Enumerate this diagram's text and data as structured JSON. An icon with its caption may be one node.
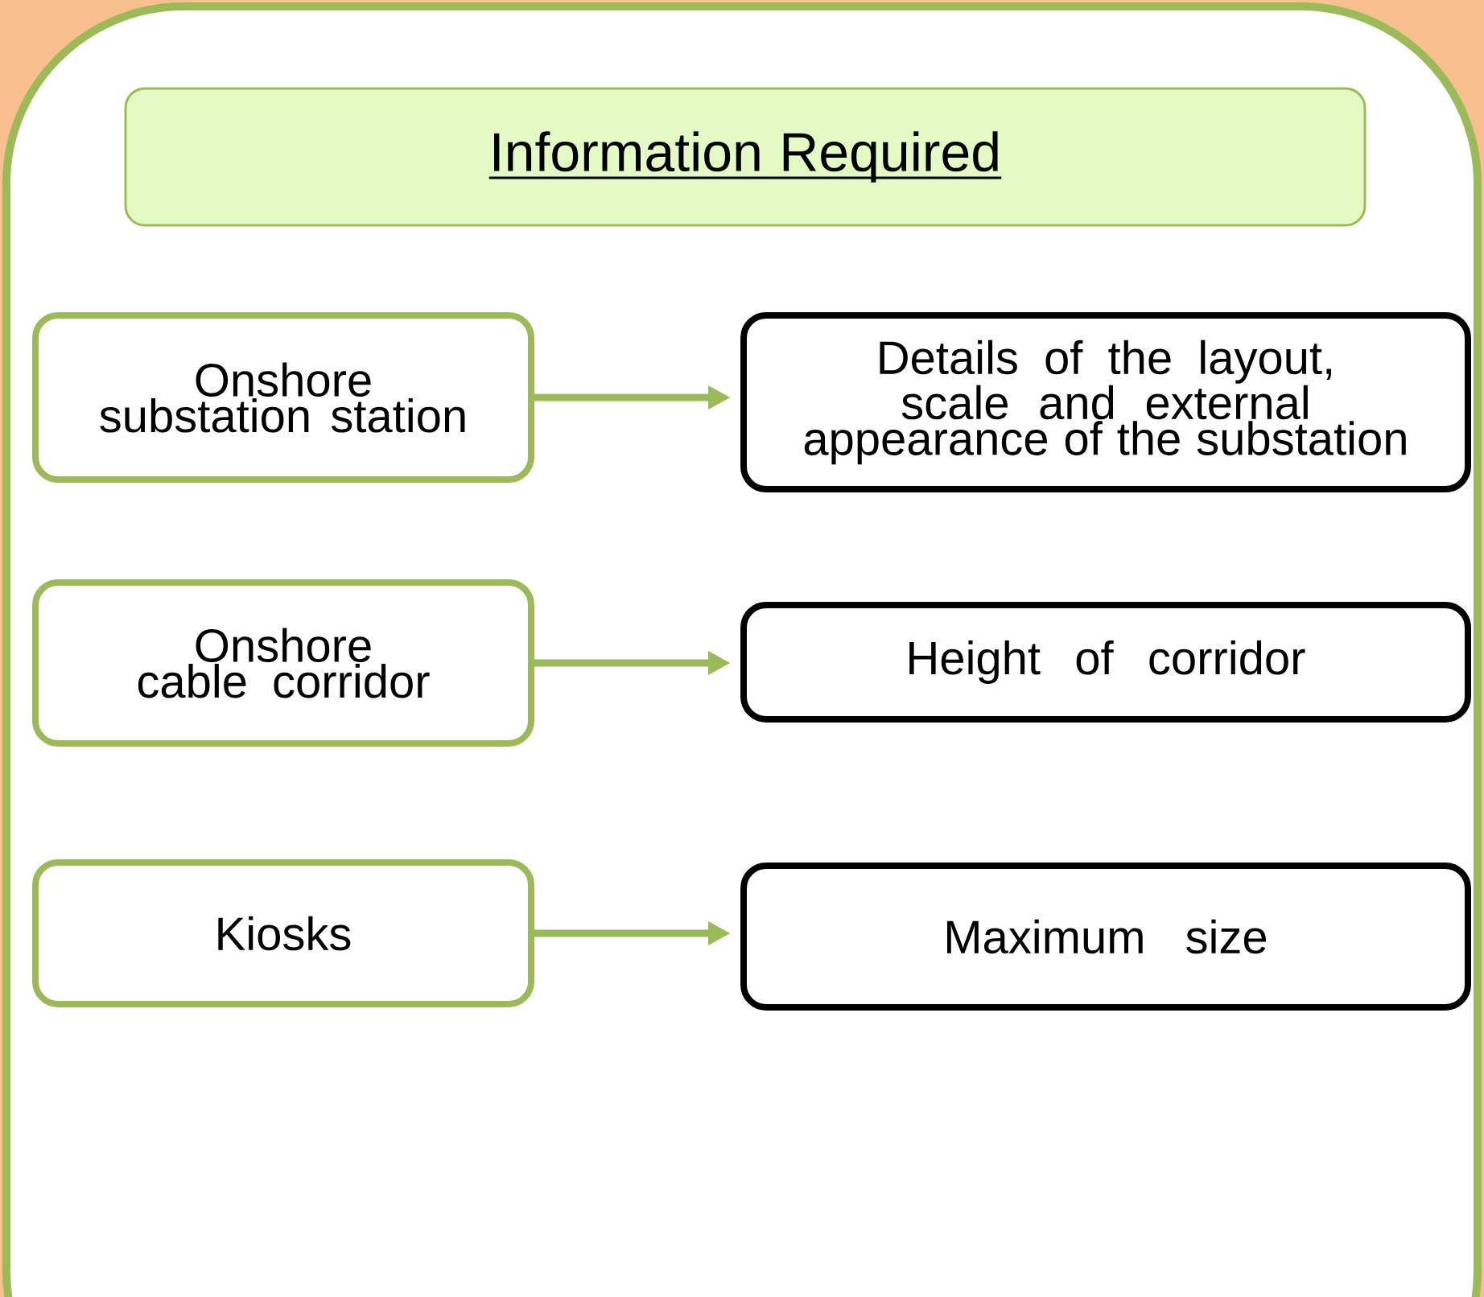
{
  "diagram": {
    "nodes": [
      {
        "text": [
          "Information Required"
        ]
      },
      {
        "text": [
          "Onshore substation station"
        ]
      },
      {
        "text": [
          "Details of the layout, scale and external appearance of the substation"
        ]
      },
      {
        "text": [
          "Onshore cable corridor"
        ]
      },
      {
        "text": [
          "Height of corridor"
        ]
      },
      {
        "text": [
          "Kiosks"
        ]
      },
      {
        "text": [
          "Maximum size"
        ]
      }
    ],
    "edges": [
      {
        "from": 1,
        "to": 2,
        "arrow": "to"
      },
      {
        "from": 3,
        "to": 4,
        "arrow": "to"
      },
      {
        "from": 5,
        "to": 6,
        "arrow": "to"
      }
    ]
  }
}
